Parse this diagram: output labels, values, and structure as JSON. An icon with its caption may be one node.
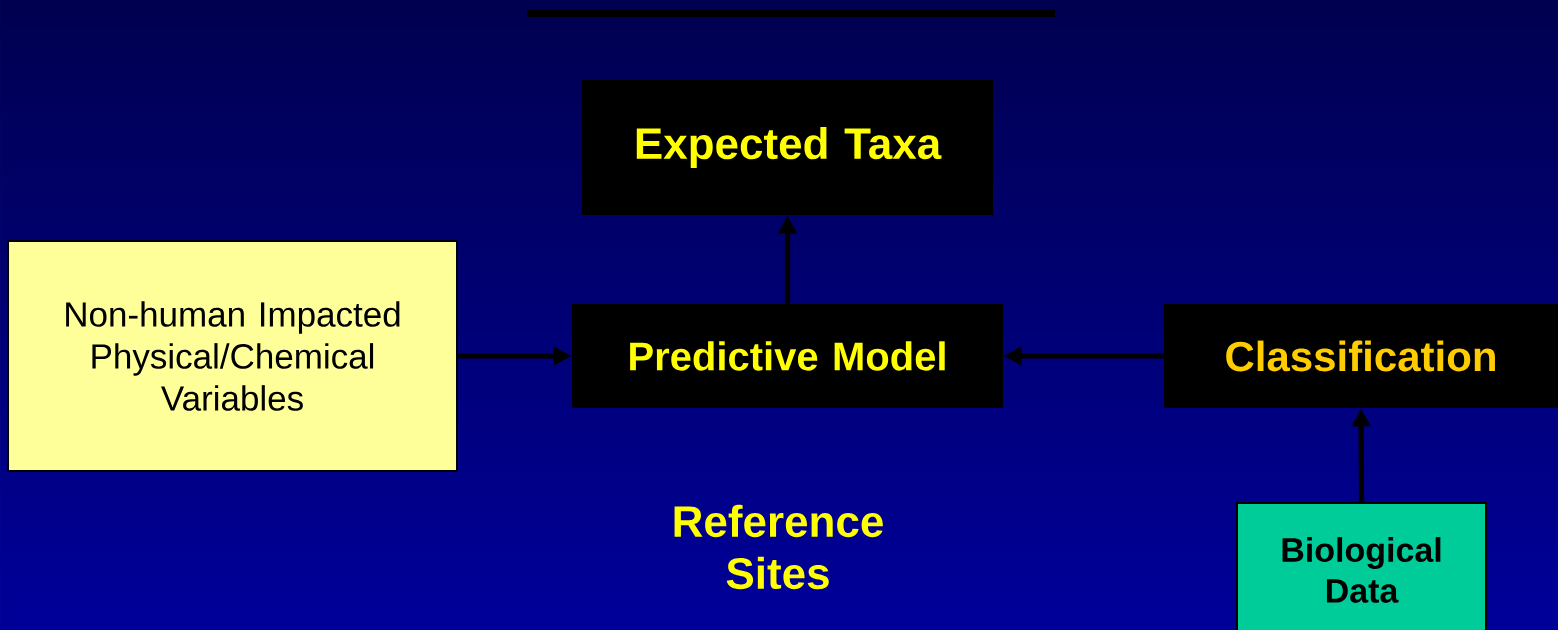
{
  "diagram": {
    "nodes": [
      {
        "text": [
          "Expected Taxa"
        ]
      },
      {
        "text": [
          "Non-human Impacted Physical/Chemical Variables"
        ]
      },
      {
        "text": [
          "Predictive Model"
        ]
      },
      {
        "text": [
          "Classification"
        ]
      },
      {
        "text": [
          "Biological Data"
        ]
      }
    ],
    "edges": [
      {
        "from": 2,
        "to": 0,
        "arrow": "to"
      },
      {
        "from": 1,
        "to": 2,
        "arrow": "to"
      },
      {
        "from": 3,
        "to": 2,
        "arrow": "to"
      },
      {
        "from": 4,
        "to": 3,
        "arrow": "to"
      }
    ],
    "labels": [
      "Reference Sites"
    ]
  }
}
